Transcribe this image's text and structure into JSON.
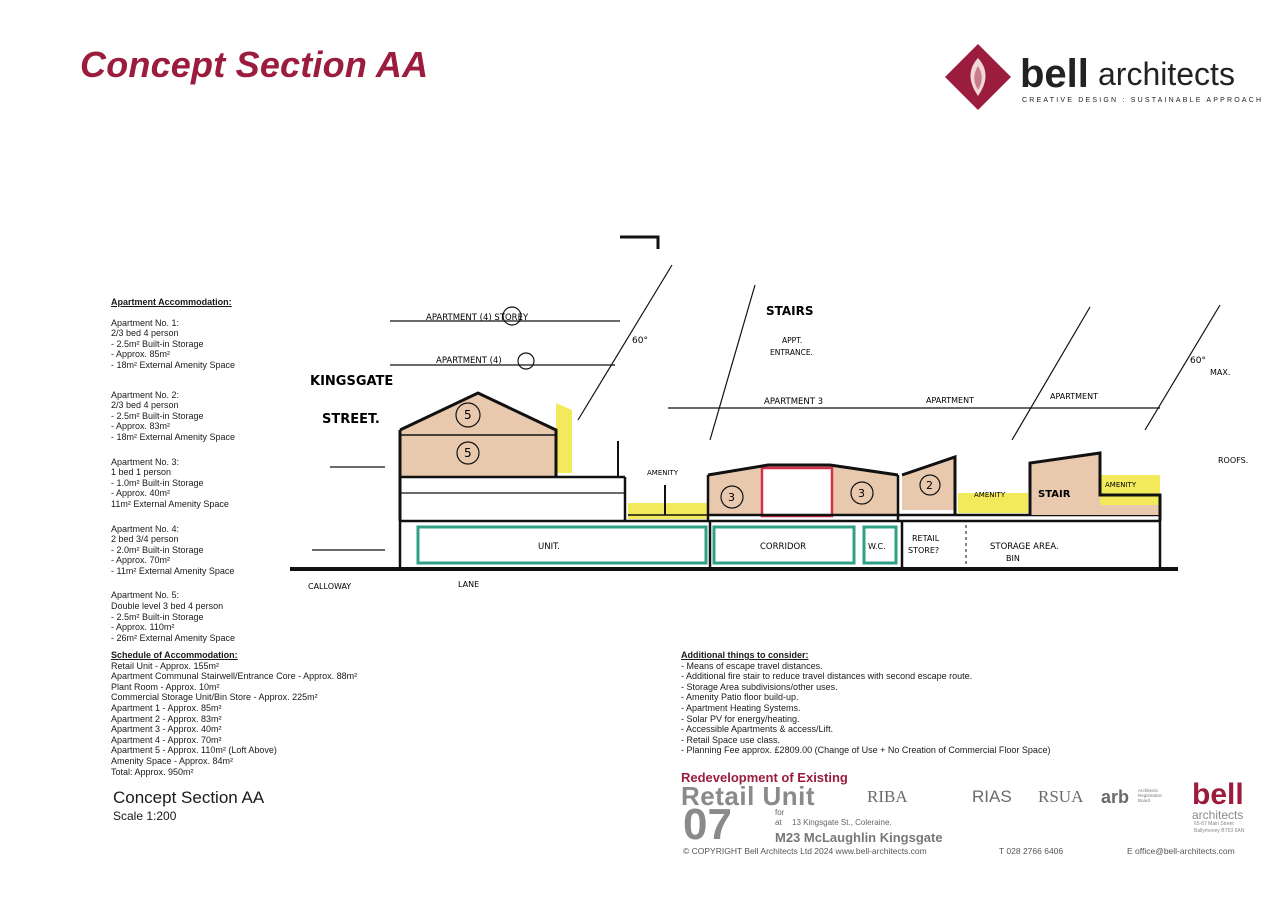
{
  "header": {
    "title": "Concept Section AA",
    "logo_bell": "bell",
    "logo_architects": "architects",
    "logo_tagline": "CREATIVE DESIGN : SUSTAINABLE APPROACH"
  },
  "sketch_labels": {
    "kingsgate": "KINGSGATE",
    "street": "STREET.",
    "apartment4_storey": "APARTMENT (4) STOREY",
    "apartment_4": "APARTMENT (4)",
    "apartment_3": "APARTMENT 3",
    "apartment_top1": "APARTMENT",
    "apartment_top2": "APARTMENT",
    "appt_entrance_1": "APPT.",
    "appt_entrance_2": "ENTRANCE.",
    "stairs": "STAIRS",
    "num5_upper": "5",
    "num5_lower": "5",
    "num3_left": "3",
    "num3_right": "3",
    "num2": "2",
    "amenity_1": "AMENITY",
    "amenity_2": "AMENITY",
    "amenity_3": "AMENITY",
    "stair_label": "STAIR",
    "unit": "UNIT.",
    "corridor": "CORRIDOR",
    "wc": "W.C.",
    "retail_store_1": "RETAIL",
    "retail_store_2": "STORE?",
    "storage_1": "STORAGE AREA.",
    "storage_2": "BIN",
    "roofs": "ROOFS.",
    "angle_left": "60°",
    "angle_right": "60°",
    "max": "MAX.",
    "bottom_left": "CALLOWAY",
    "bottom_lane": "LANE"
  },
  "apartment_accommodation": {
    "heading": "Apartment Accommodation:",
    "apartments": [
      {
        "lines": [
          "Apartment No. 1:",
          "2/3 bed 4 person",
          "- 2.5m² Built-in Storage",
          "- Approx. 85m²",
          "- 18m² External Amenity Space"
        ]
      },
      {
        "lines": [
          "Apartment No. 2:",
          "2/3 bed 4 person",
          "- 2.5m² Built-in Storage",
          "- Approx. 83m²",
          "- 18m² External Amenity Space"
        ]
      },
      {
        "lines": [
          "Apartment No. 3:",
          "1 bed 1 person",
          "- 1.0m² Built-in Storage",
          "- Approx. 40m²",
          "11m² External Amenity Space"
        ]
      },
      {
        "lines": [
          "Apartment No. 4:",
          "2 bed 3/4 person",
          "- 2.0m² Built-in Storage",
          "- Approx. 70m²",
          "- 11m² External Amenity Space"
        ]
      },
      {
        "lines": [
          "Apartment No. 5:",
          "Double level 3 bed 4 person",
          "- 2.5m² Built-in Storage",
          "- Approx. 110m²",
          "- 26m² External Amenity Space"
        ]
      }
    ]
  },
  "schedule": {
    "heading": "Schedule of Accommodation:",
    "lines": [
      "Retail Unit - Approx. 155m²",
      "Apartment Communal Stairwell/Entrance Core - Approx. 88m²",
      "Plant Room - Approx. 10m²",
      "Commercial Storage Unit/Bin Store - Approx. 225m²",
      "Apartment 1 - Approx. 85m²",
      "Apartment 2 - Approx. 83m²",
      "Apartment 3 - Approx. 40m²",
      "Apartment 4 - Approx. 70m²",
      "Apartment 5 - Approx. 110m² (Loft Above)",
      "Amenity Space - Approx. 84m²",
      "Total: Approx. 950m²"
    ]
  },
  "considerations": {
    "heading": "Additional things to consider:",
    "lines": [
      "- Means of escape travel distances.",
      "- Additional fire stair to reduce travel distances with second escape route.",
      "- Storage Area subdivisions/other uses.",
      "- Amenity Patio floor build-up.",
      "- Apartment Heating Systems.",
      "- Solar PV for energy/heating.",
      "- Accessible Apartments & access/Lift.",
      "- Retail Space use class.",
      "- Planning Fee approx. £2809.00 (Change of Use + No Creation of Commercial Floor Space)"
    ]
  },
  "caption": {
    "title": "Concept Section AA",
    "scale": "Scale 1:200"
  },
  "title_block": {
    "redevelopment": "Redevelopment of Existing",
    "retail_unit": "Retail Unit",
    "number": "07",
    "for_label": "for",
    "at_label": "at",
    "address": "13 Kingsgate St., Coleraine.",
    "project": "M23 McLaughlin Kingsgate",
    "copyright": "© COPYRIGHT Bell Architects Ltd 2024 www.bell-architects.com",
    "phone": "T 028 2766 6406",
    "email": "E office@bell-architects.com",
    "assoc_riba": "RIBA",
    "assoc_rias": "RIAS",
    "assoc_rsua": "RSUA",
    "assoc_arb": "arb",
    "arb_small": "Architects Registration Board",
    "bell": "bell",
    "bell_architects": "architects",
    "bell_address": "65-67 Main Street Ballymoney BT53 6AN"
  },
  "colors": {
    "brand": "#9b1c3c",
    "apartment_fill": "#e9c9ad",
    "amenity_fill": "#f2ea5a",
    "retail_green": "#2f9f86",
    "grey": "#8a8a8a"
  }
}
